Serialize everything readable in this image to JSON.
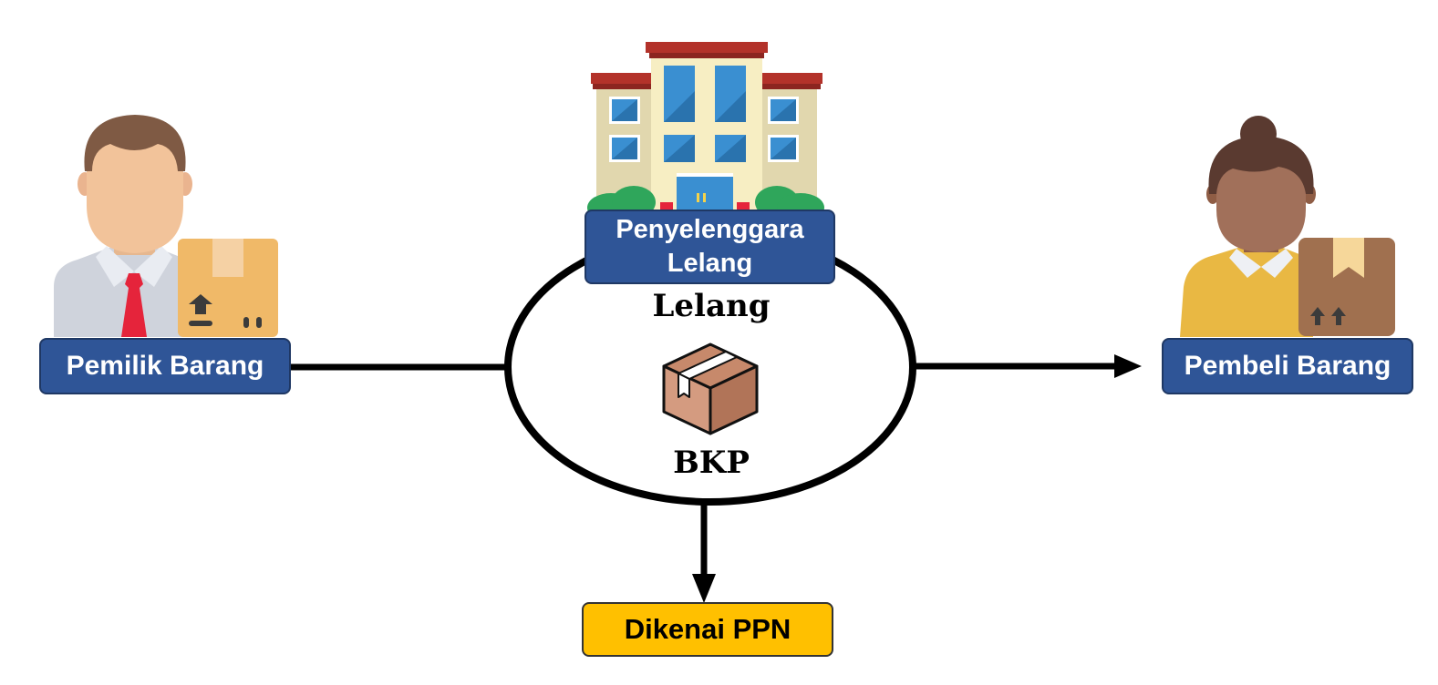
{
  "nodes": {
    "owner": {
      "label": "Pemilik Barang"
    },
    "organizer": {
      "label_line1": "Penyelenggara",
      "label_line2": "Lelang"
    },
    "buyer": {
      "label": "Pembeli Barang"
    },
    "tax": {
      "label": "Dikenai PPN"
    }
  },
  "ellipse": {
    "title": "Lelang",
    "item": "BKP"
  },
  "icons": {
    "owner": "businessman-with-box-icon",
    "organizer": "building-icon",
    "buyer": "woman-with-box-icon",
    "item": "cardboard-box-icon"
  },
  "colors": {
    "node_blue": "#2f5597",
    "tax_yellow": "#ffc000",
    "line": "#000000"
  }
}
